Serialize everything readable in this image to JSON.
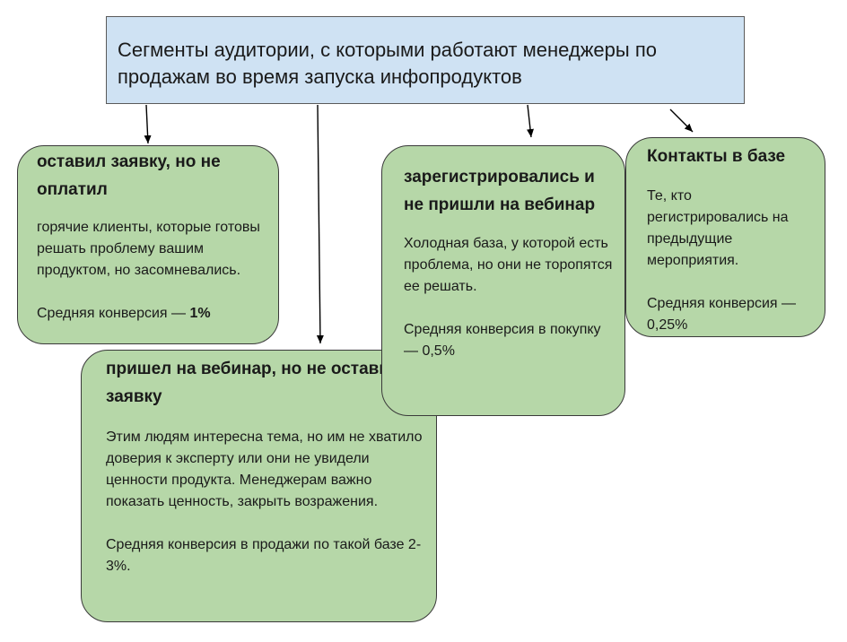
{
  "header": {
    "title": "Сегменты аудитории, с которыми работают менеджеры по продажам во время запуска инфопродуктов"
  },
  "segments": [
    {
      "title": "оставил заявку, но не оплатил",
      "description": "горячие клиенты, которые готовы решать проблему вашим продуктом, но засомневались.",
      "conversion_label": "Средняя конверсия — ",
      "conversion_value": "1%"
    },
    {
      "title": "пришел на вебинар, но не оставил заявку",
      "description": "Этим людям интересна тема, но им не хватило доверия к эксперту или они не увидели ценности продукта. Менеджерам важно показать ценность, закрыть возражения.",
      "conversion": "Средняя конверсия в продажи по такой базе 2-3%."
    },
    {
      "title": "зарегистрировались и не пришли на вебинар",
      "description": "Холодная база, у которой есть проблема, но они не торопятся ее решать.",
      "conversion": "Средняя конверсия в покупку — 0,5%"
    },
    {
      "title": "Контакты в базе",
      "description": "Те, кто регистрировались на предыдущие мероприятия.",
      "conversion": "Средняя конверсия — 0,25%"
    }
  ],
  "colors": {
    "header_fill": "#cfe2f3",
    "card_fill": "#b6d7a8",
    "border": "#3a3a3a"
  }
}
